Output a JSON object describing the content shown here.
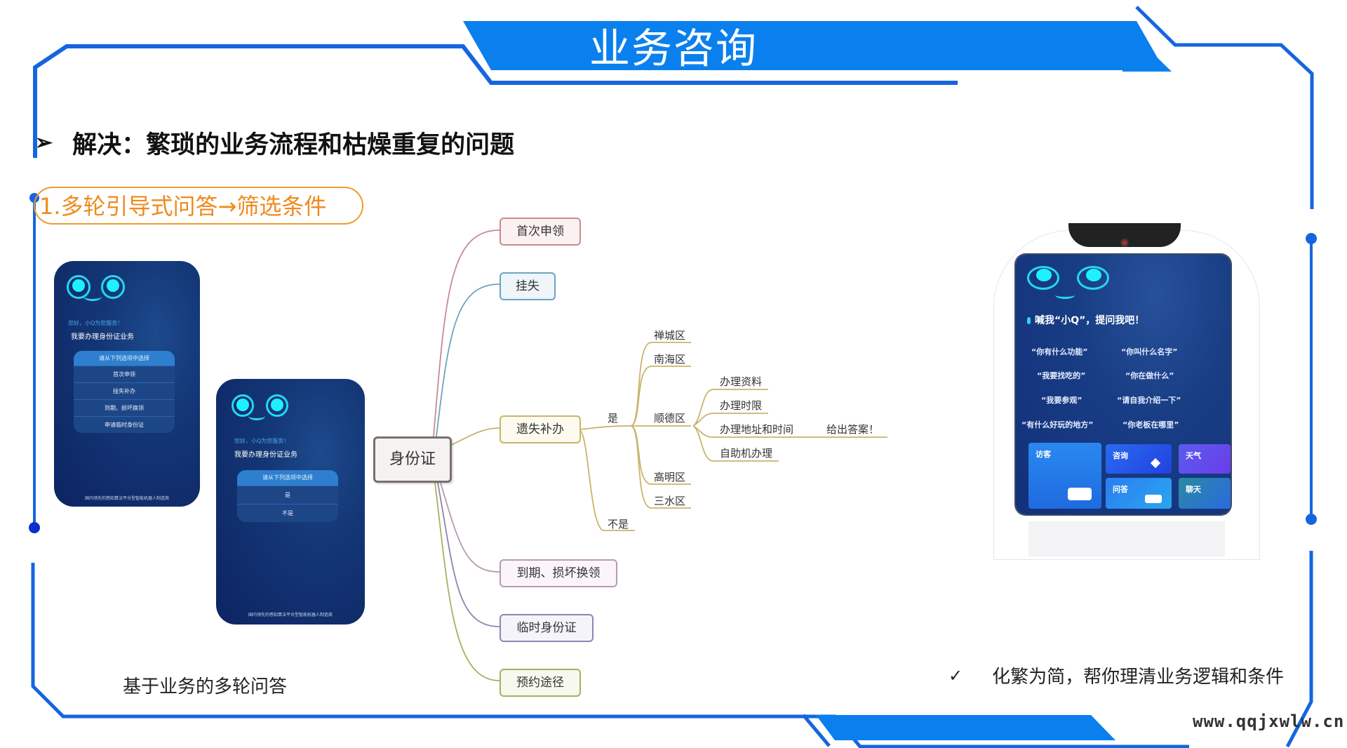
{
  "slide": {
    "title": "业务咨询",
    "headline_bullet": "➢",
    "headline": "解决：繁琐的业务流程和枯燥重复的问题",
    "section_pill": "1.多轮引导式问答→筛选条件",
    "caption_left": "基于业务的多轮问答",
    "caption_right_check": "✓",
    "caption_right": "化繁为简，帮你理清业务逻辑和条件",
    "watermark": "www.qqjxwlw.cn",
    "colors": {
      "frame_blue": "#1565e0",
      "banner_blue": "#0a80ee",
      "pill_orange": "#ef8a1e"
    }
  },
  "phone1": {
    "greeting": "您好，小Q为您服务！",
    "request": "我要办理身份证业务",
    "menu_header": "请从下列选项中选择",
    "options": [
      "首次申领",
      "挂失补办",
      "到期、损坏换领",
      "申请临时身份证"
    ],
    "footer": "国内领先的感知算法平台型智能机器人制造商"
  },
  "phone2": {
    "greeting": "您好，小Q为您服务！",
    "request": "我要办理身份证业务",
    "menu_header": "请从下列选项中选择",
    "options": [
      "是",
      "不是"
    ],
    "footer": "国内领先的感知算法平台型智能机器人制造商"
  },
  "mindmap": {
    "root": "身份证",
    "branches": [
      {
        "label": "首次申领",
        "color": "#c98a94",
        "fill": "#fbf1f1"
      },
      {
        "label": "挂失",
        "color": "#6fa3bd",
        "fill": "#eef6fa"
      },
      {
        "label": "遗失补办",
        "color": "#c9b46a",
        "fill": "#fdfbf0"
      },
      {
        "label": "到期、损坏换领",
        "color": "#b79ab0",
        "fill": "#fbf5fa"
      },
      {
        "label": "临时身份证",
        "color": "#8a86b4",
        "fill": "#f5f4fb"
      },
      {
        "label": "预约途径",
        "color": "#a8b060",
        "fill": "#f7f9ee"
      }
    ],
    "yes_label": "是",
    "no_label": "不是",
    "districts": [
      "禅城区",
      "南海区",
      "顺德区",
      "高明区",
      "三水区"
    ],
    "shunde_items": [
      "办理资料",
      "办理时限",
      "办理地址和时间",
      "自助机办理"
    ],
    "answer": "给出答案！"
  },
  "robot": {
    "call": "喊我“小Q”，提问我吧！",
    "questions": [
      "“你有什么功能”",
      "“你叫什么名字”",
      "“我要找吃的”",
      "“你在做什么”",
      "“我要参观”",
      "“请自我介绍一下”",
      "“有什么好玩的地方”",
      "“你老板在哪里”"
    ],
    "tiles": [
      "访客",
      "咨询",
      "天气",
      "问答",
      "聊天"
    ]
  }
}
